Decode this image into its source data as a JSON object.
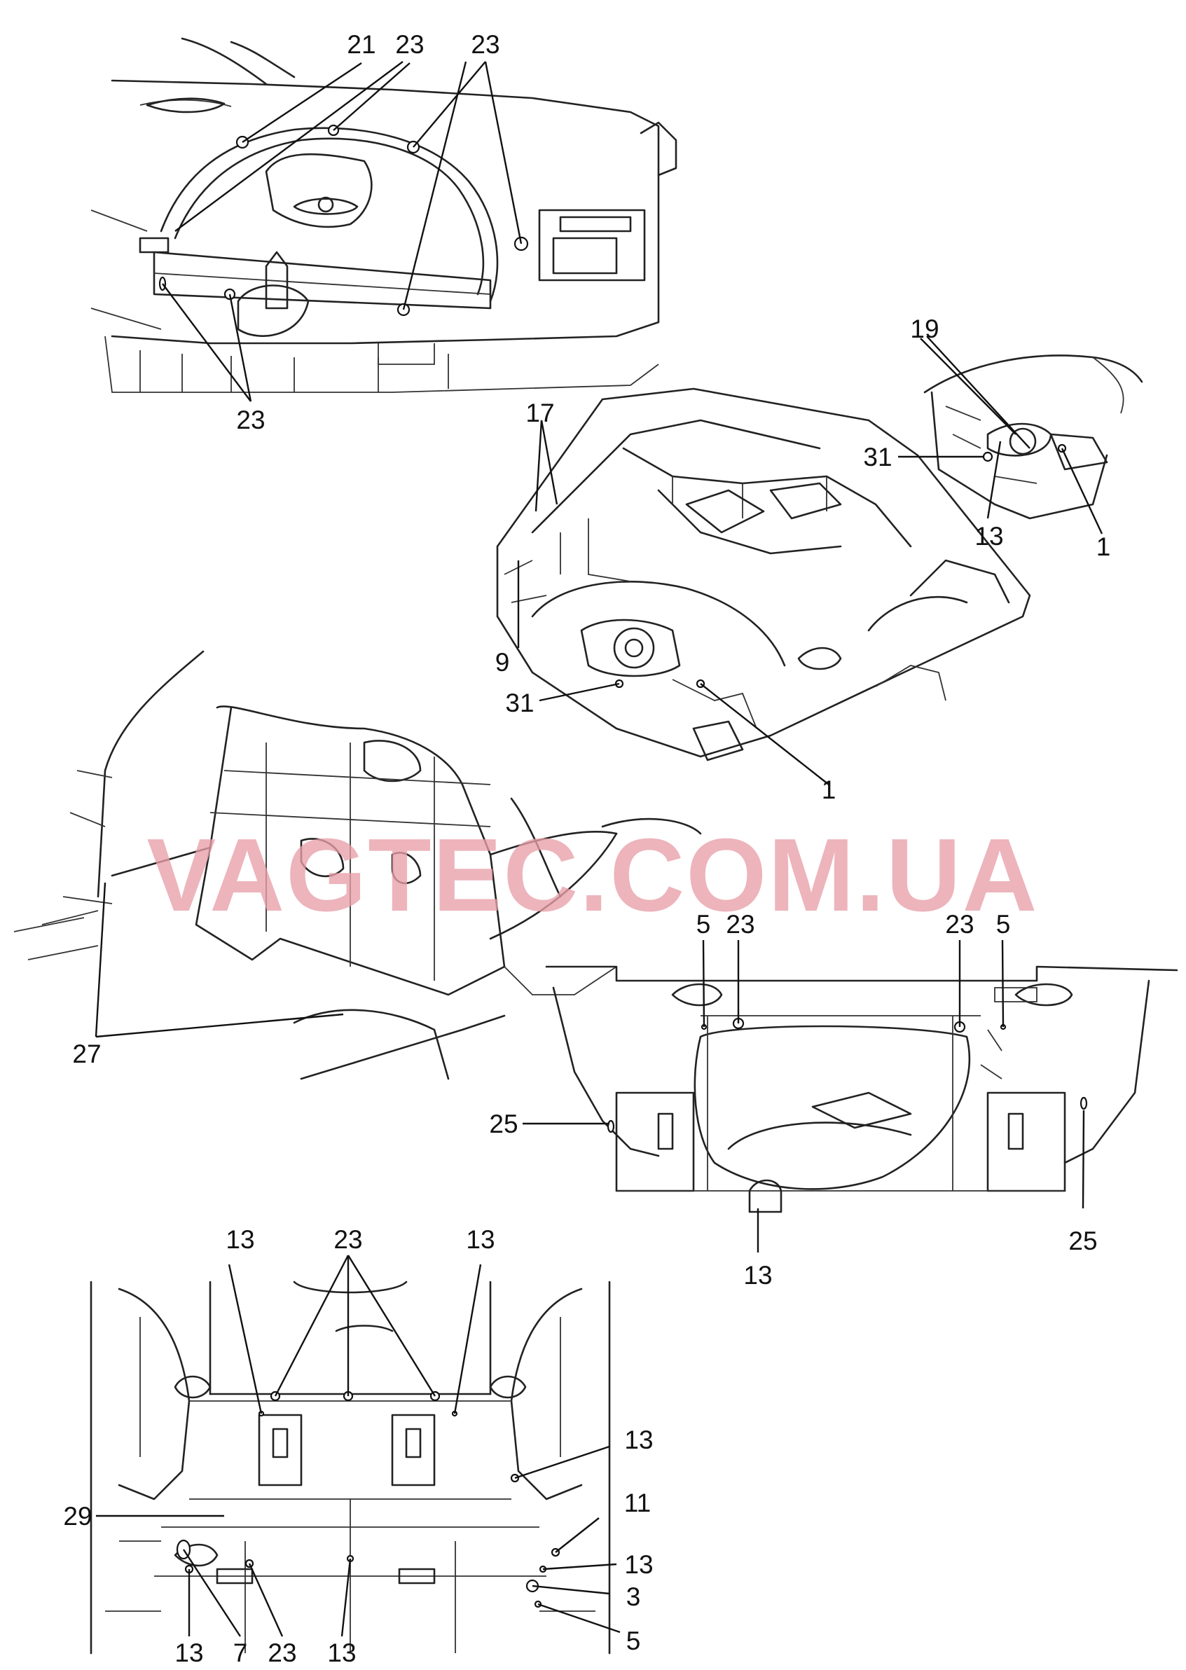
{
  "watermark": "VAGTEC.COM.UA",
  "views": {
    "trunk": {
      "callouts": [
        "21",
        "23",
        "23",
        "23"
      ],
      "bottom_callout": "23"
    },
    "rear_body": {
      "callouts": [
        "17",
        "9",
        "31",
        "1"
      ]
    },
    "detail": {
      "callouts": [
        "19",
        "31",
        "13",
        "1"
      ]
    },
    "interior_floor": {
      "callouts": [
        "27"
      ]
    },
    "rear_panel": {
      "callouts": [
        "5",
        "23",
        "23",
        "5",
        "25",
        "25",
        "13"
      ]
    },
    "underbody": {
      "callouts": [
        "13",
        "23",
        "13",
        "29",
        "13",
        "11",
        "13",
        "3",
        "5",
        "13",
        "7",
        "23",
        "13"
      ]
    }
  }
}
